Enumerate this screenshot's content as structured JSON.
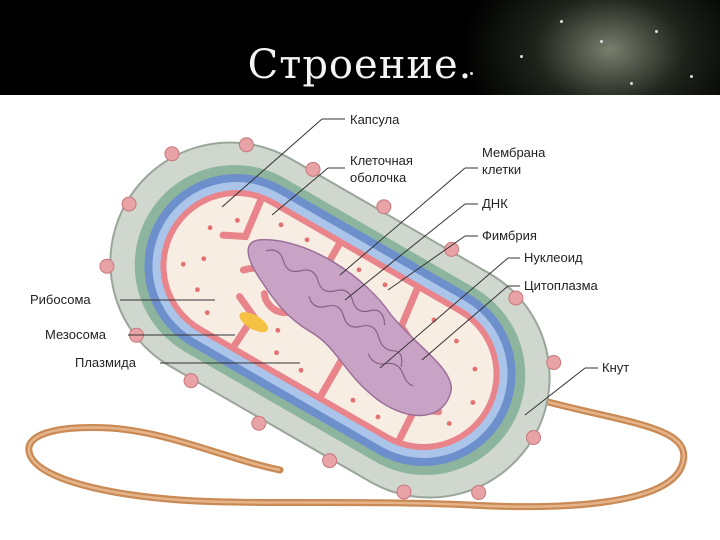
{
  "header": {
    "title": "Строение."
  },
  "diagram": {
    "labels": {
      "capsule": "Капсула",
      "cell_wall_1": "Клеточная",
      "cell_wall_2": "оболочка",
      "membrane_1": "Мембрана",
      "membrane_2": "клетки",
      "dna": "ДНК",
      "fimbria": "Фимбрия",
      "nucleoid": "Нуклеоид",
      "cytoplasm": "Цитоплазма",
      "ribosome": "Рибосома",
      "mesosome": "Мезосома",
      "plasmid": "Плазмида",
      "flagellum": "Кнут"
    }
  }
}
